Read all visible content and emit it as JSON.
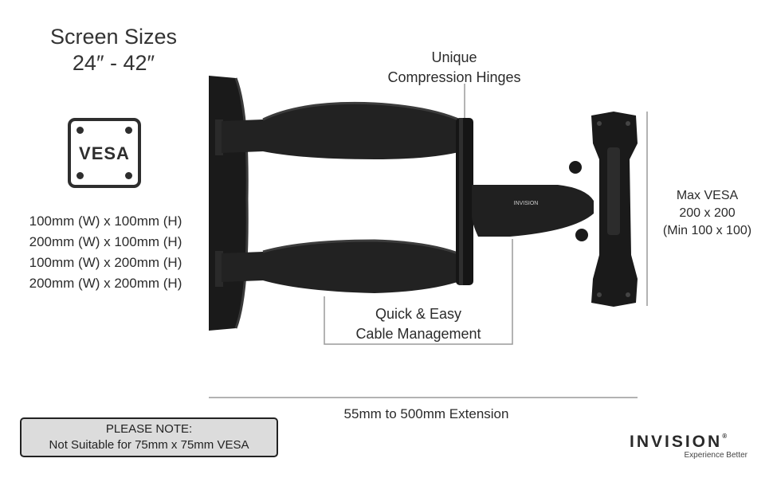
{
  "screen_sizes": {
    "title": "Screen Sizes",
    "range": "24″ - 42″"
  },
  "vesa_icon": {
    "label": "VESA",
    "icon": "vesa-plate-icon"
  },
  "vesa_patterns": [
    "100mm (W) x 100mm (H)",
    "200mm (W) x 100mm (H)",
    "100mm (W) x 200mm (H)",
    "200mm (W) x 200mm (H)"
  ],
  "callouts": {
    "hinges": [
      "Unique",
      "Compression Hinges"
    ],
    "cable": [
      "Quick & Easy",
      "Cable Management"
    ],
    "max_vesa": [
      "Max VESA",
      "200 x 200",
      "(Min 100 x 100)"
    ]
  },
  "arm_brand": "INVISION",
  "extension": "55mm to 500mm Extension",
  "note": {
    "heading": "PLEASE NOTE:",
    "text": "Not Suitable for 75mm x 75mm VESA"
  },
  "brand": {
    "name": "INVISION",
    "reg": "®",
    "tagline": "Experience Better"
  },
  "colors": {
    "mount": "#1c1c1c",
    "text": "#2b2b2b",
    "note_bg": "#dcdcdc",
    "lines": "#9a9a9a"
  }
}
